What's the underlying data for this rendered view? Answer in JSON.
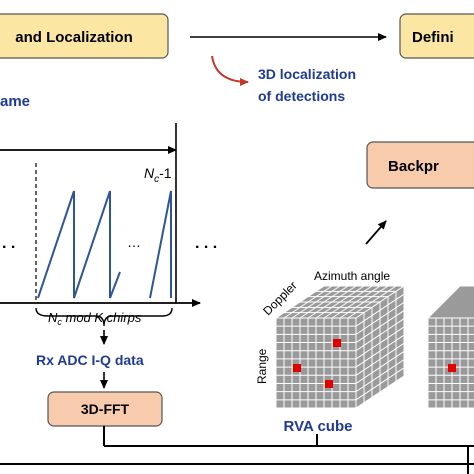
{
  "boxes": {
    "detection_localization": "and Localization",
    "definition": "Defini",
    "backprojection": "Backpr",
    "fft": "3D-FFT"
  },
  "annotations": {
    "localization_line1": "3D localization",
    "localization_line2": "of detections",
    "frame": "ame",
    "rx_adc": "Rx ADC I-Q data",
    "rva_cube": "RVA cube"
  },
  "chirp_plot": {
    "nc_minus_1": "-1",
    "nc_letter": "N",
    "nc_sub": "c",
    "mod_label": "N",
    "mod_sub": "c",
    "mod_rest": " mod K chirps",
    "ellipsis_left": ". .",
    "ellipsis_mid": "…",
    "ellipsis_right": ". . ."
  },
  "cube_axes": {
    "doppler": "Doppler",
    "azimuth": "Azimuth angle",
    "range": "Range"
  },
  "colors": {
    "box_yellow": "#fbe7a3",
    "box_salmon": "#f8cbad",
    "dark_red": "#c0392b",
    "chirp_blue": "#2e5597",
    "label_blue": "#1f3a93",
    "cube_fill": "#9a9a9a",
    "detection_red": "#e00000"
  }
}
